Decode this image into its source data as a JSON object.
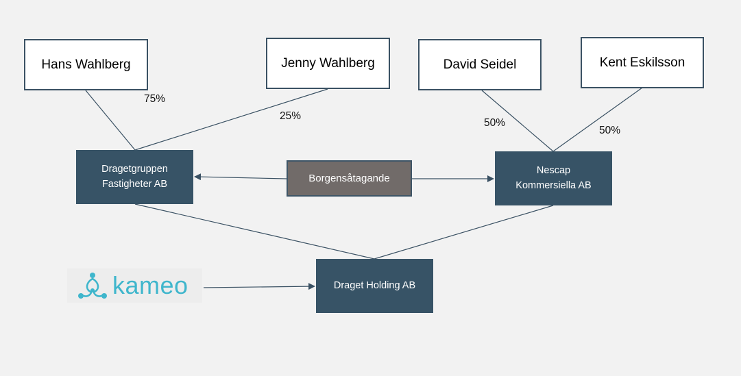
{
  "people": {
    "hans": "Hans Wahlberg",
    "jenny": "Jenny Wahlberg",
    "david": "David Seidel",
    "kent": "Kent Eskilsson"
  },
  "companies": {
    "dragetgruppen": "Dragetgruppen\nFastigheter AB",
    "nescap": "Nescap\nKommersiella AB",
    "holding": "Draget Holding AB"
  },
  "guarantee": "Borgensåtagande",
  "ownership": {
    "hans_pct": "75%",
    "jenny_pct": "25%",
    "david_pct": "50%",
    "kent_pct": "50%"
  },
  "logo": {
    "name": "kameo",
    "color": "#3fb6cc"
  },
  "colors": {
    "company_fill": "#375366",
    "guarantee_fill": "#716b69",
    "person_border": "#3a5163",
    "background": "#f2f2f2"
  }
}
